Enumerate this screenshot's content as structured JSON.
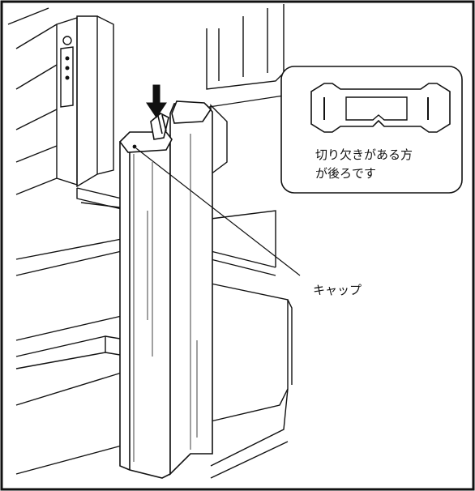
{
  "callout": {
    "line1": "切り欠きがある方",
    "line2": "が後ろです"
  },
  "cap_label": "キャップ",
  "colors": {
    "line": "#111111",
    "background": "#ffffff"
  }
}
